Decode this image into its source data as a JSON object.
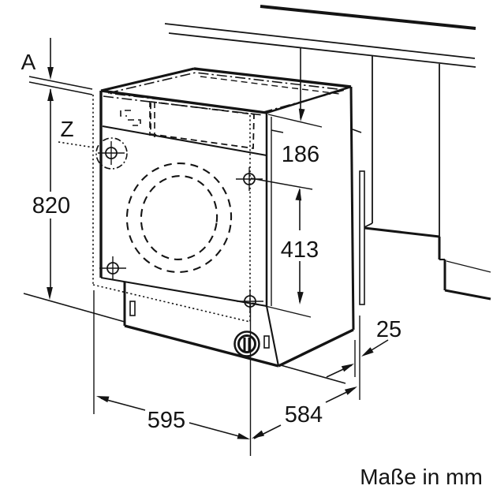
{
  "diagram": {
    "kind": "appliance-installation-dimension-drawing",
    "subject": "built-in washing machine in kitchen niche",
    "unit_note": "Maße in mm",
    "labels": {
      "top_gap_ref": "A",
      "detail_ref": "Z",
      "niche_height": "820",
      "hinge_top_offset": "186",
      "hinge_hole_spacing": "413",
      "appliance_width": "595",
      "appliance_depth": "584",
      "rear_clearance": "25"
    },
    "colors": {
      "line": "#141414",
      "background": "#ffffff"
    }
  }
}
